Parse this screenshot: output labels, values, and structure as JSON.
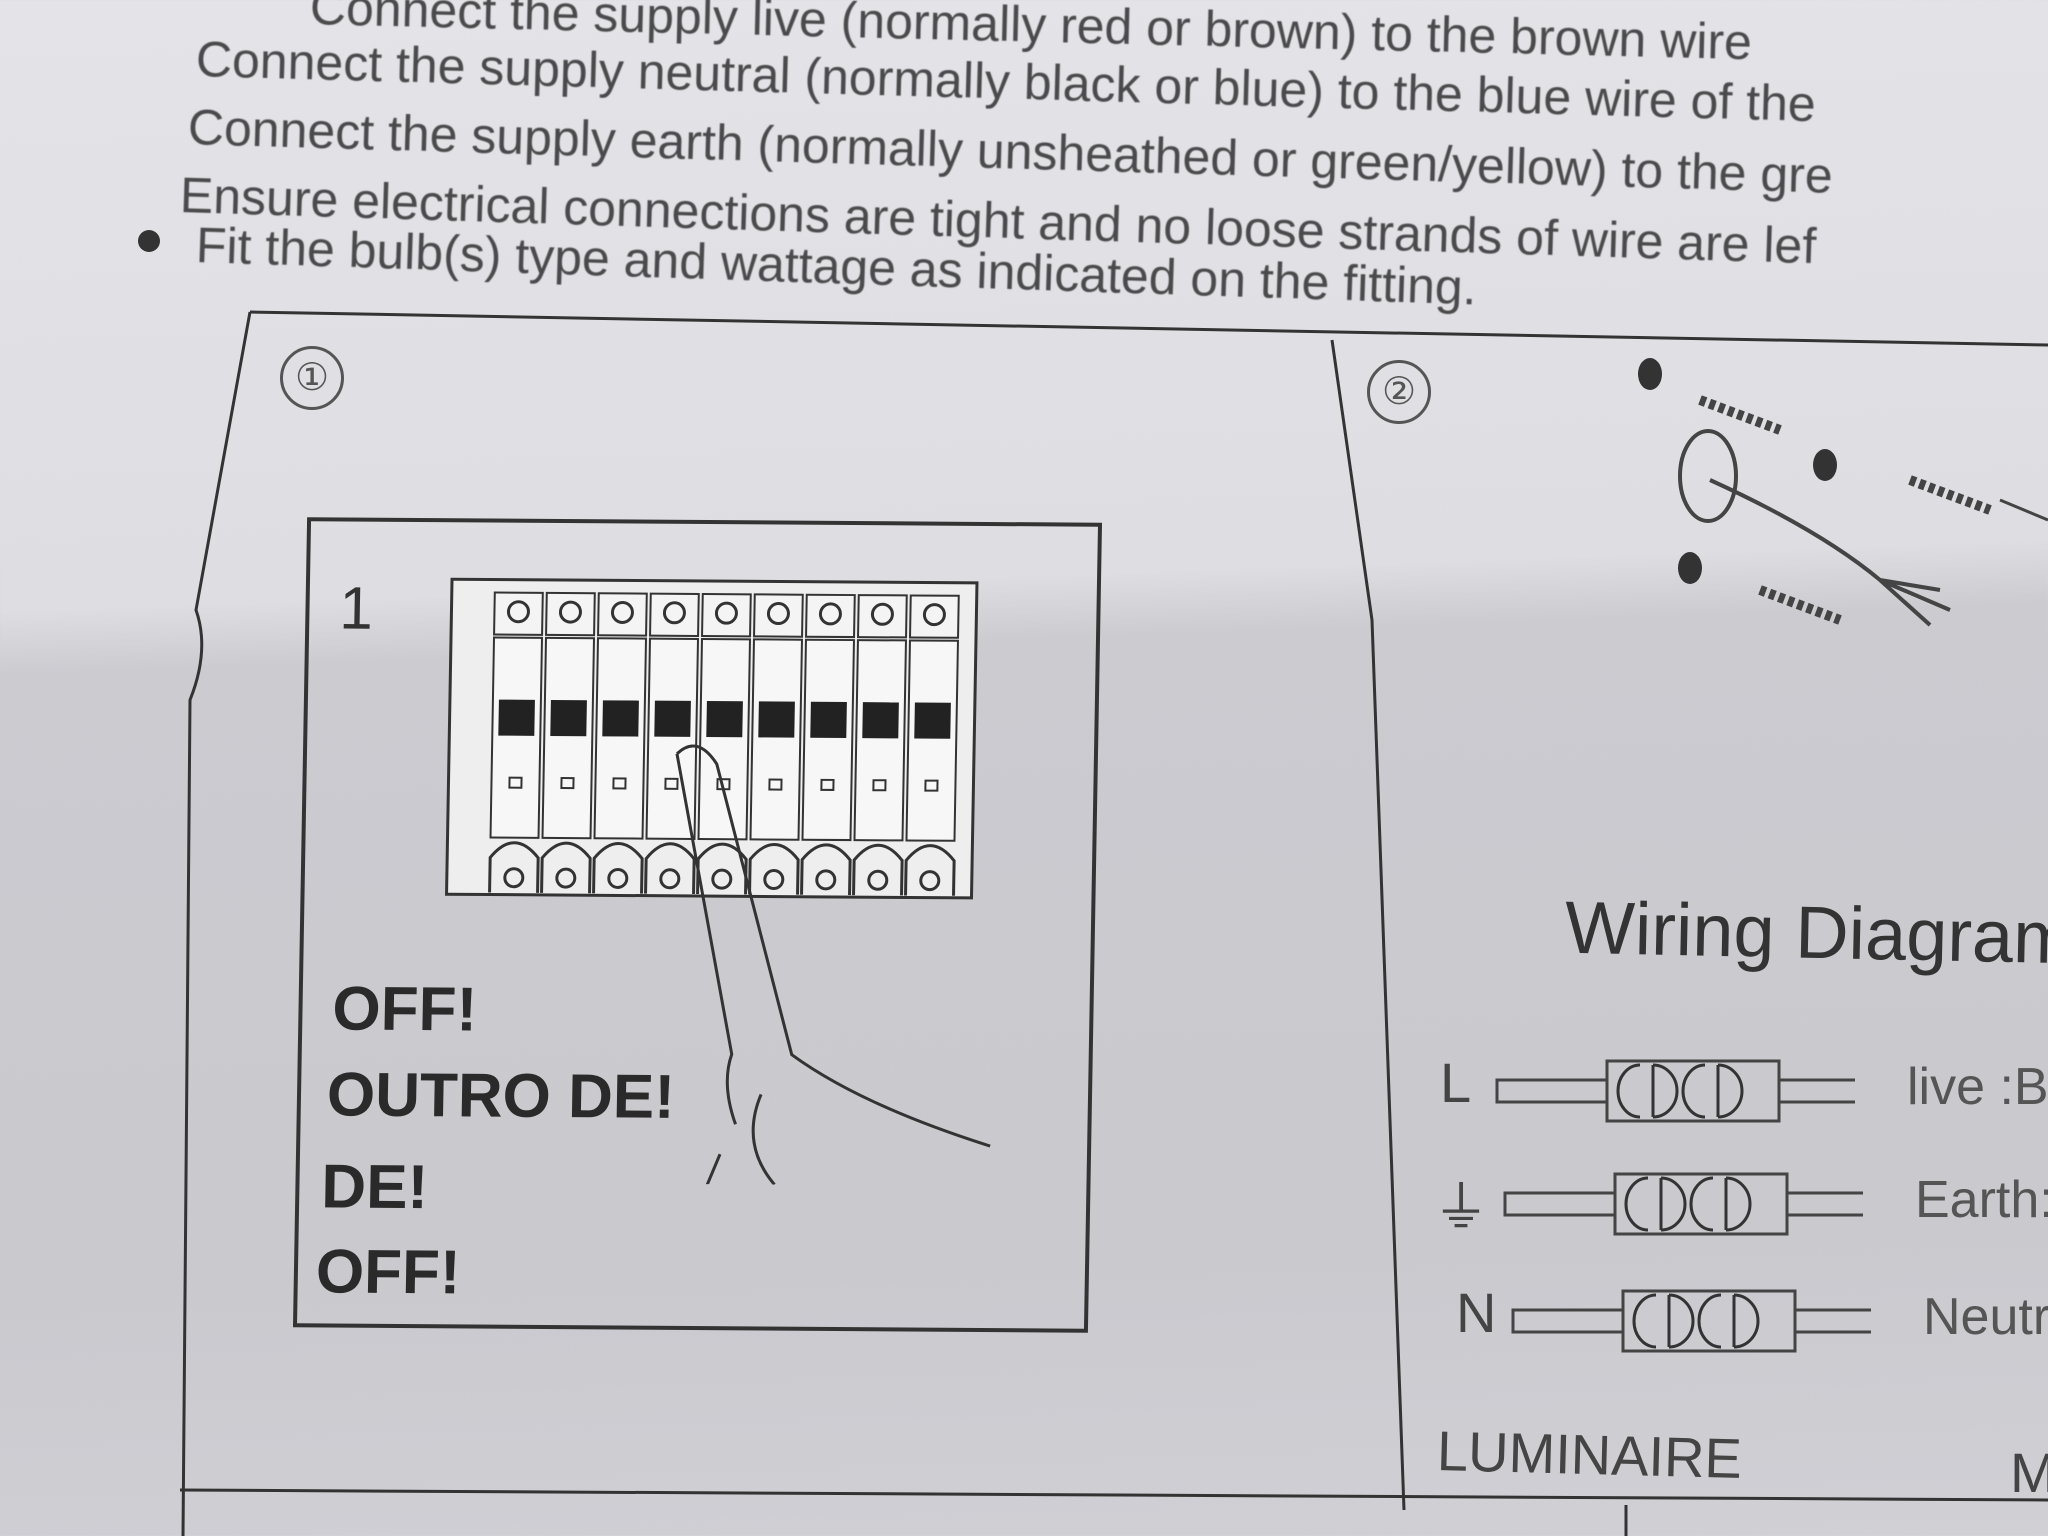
{
  "instructions": {
    "lines": [
      "Connect the supply live (normally red or brown) to the brown wire",
      "Connect the supply neutral (normally black or blue) to the blue wire of the",
      "Connect the supply earth (normally unsheathed or green/yellow) to the gre",
      "Ensure electrical connections are tight and no loose strands of wire are lef"
    ],
    "bullet_line": "Fit the bulb(s) type and wattage as indicated on the fitting."
  },
  "step1": {
    "number": "①",
    "panel_label": "1",
    "breaker_count": 9,
    "warnings": [
      "OFF!",
      "OUTRO DE!",
      "DE!",
      "OFF!"
    ]
  },
  "step2": {
    "number": "②",
    "title": "Wiring Diagram",
    "rows": [
      {
        "left": "L",
        "right": "live :Br"
      },
      {
        "left": "⏚",
        "right": "Earth:("
      },
      {
        "left": "N",
        "right": "Neutra"
      }
    ],
    "luminaire_label": "LUMINAIRE",
    "mains_label": "M"
  }
}
